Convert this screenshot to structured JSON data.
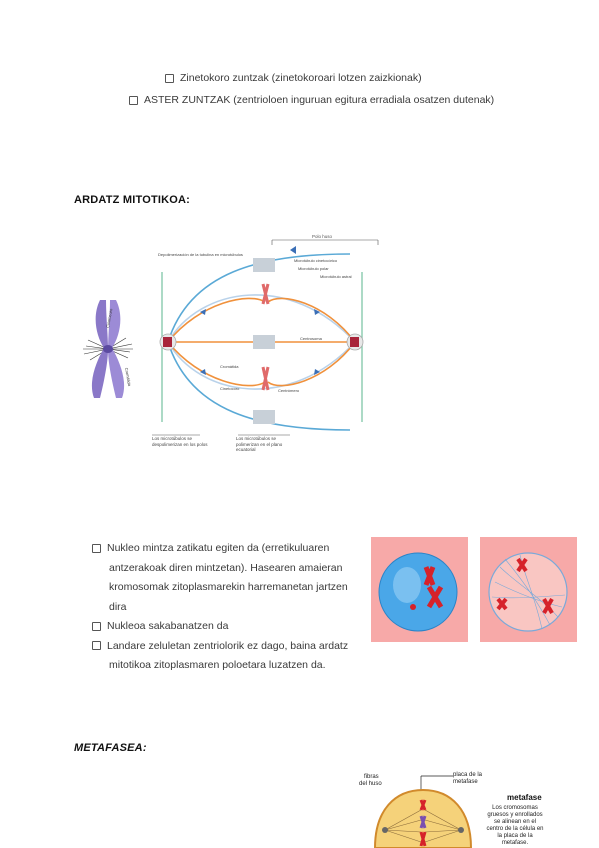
{
  "top_list": [
    "Zinetokoro zuntzak (zinetokoroari lotzen zaizkionak)",
    "ASTER ZUNTZAK (zentrioloen inguruan egitura erradiala osatzen dutenak)"
  ],
  "section1": {
    "heading": "ARDATZ MITOTIKOA:",
    "diagram": {
      "label_polar_huso": "Polo huso",
      "label_depolim": "Depolimerización de la tubulina en microtúbulos",
      "label_mt_cinetocoro": "Microtúbulo cinetocórico",
      "label_mt_polar": "Microtúbulo polar",
      "label_mt_astral": "Microtúbulo astral",
      "label_centrosoma": "Centrosoma",
      "label_cromatida": "Cromátida",
      "label_cinetocoro": "Cinetocoro",
      "label_centromero": "Centrómero",
      "caption_left": "Los microtúbulos se despolimerizan en los polos",
      "caption_right": "Los microtúbulos se polimerizan en el plano ecuatorial",
      "chrom_label_a": "Cinetocoro",
      "chrom_label_b": "Cromátida"
    }
  },
  "section2": {
    "items": [
      {
        "lines": [
          "Nukleo mintza zatikatu egiten da (erretikuluaren",
          "antzerakoak diren mintzetan). Hasearen amaieran",
          "kromosomak zitoplasmarekin harremanetan jartzen",
          "dira"
        ]
      },
      {
        "lines": [
          "Nukleoa sakabanatzen da"
        ]
      },
      {
        "lines": [
          "Landare zeluletan zentriolorik ez dago, baina ardatz",
          "mitotikoa zitoplasmaren poloetara luzatzen da."
        ]
      }
    ]
  },
  "section3": {
    "heading": "METAFASEA:",
    "figure": {
      "label_fibras": "fibras del huso",
      "label_placa": "placa de la metafase",
      "title": "metafase",
      "desc": [
        "Los cromosomas",
        "gruesos y enrollados",
        "se alinean en el",
        "centro de la célula en",
        "la placa de la",
        "metafase."
      ]
    }
  },
  "colors": {
    "pink_panel": "#f7a9a8",
    "cell_blue": "#4aa7e8",
    "chromosome_red": "#d6222a",
    "microtubule_orange": "#f0913c",
    "microtubule_blue": "#5aa9d6",
    "purple_chromosome": "#8a78c8"
  }
}
